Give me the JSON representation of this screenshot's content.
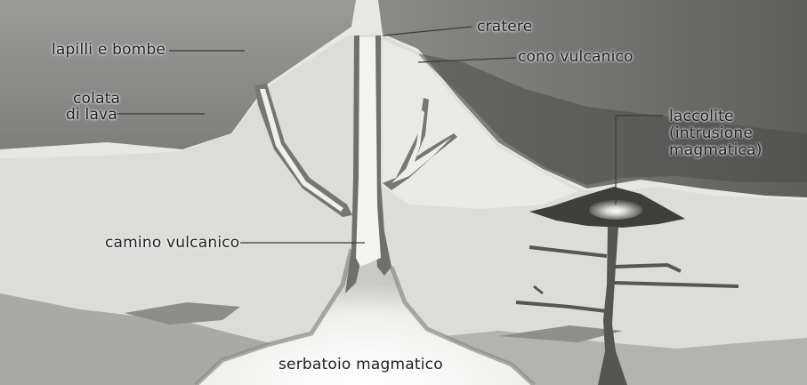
{
  "diagram": {
    "labels": {
      "lapilli": "lapilli e bombe",
      "colata_1": "colata",
      "colata_2": "di lava",
      "cratere": "cratere",
      "cono": "cono vulcanico",
      "laccolite_1": "laccolite",
      "laccolite_2": "(intrusione",
      "laccolite_3": "magmatica)",
      "camino": "camino vulcanico",
      "serbatoio": "serbatoio magmatico"
    }
  }
}
